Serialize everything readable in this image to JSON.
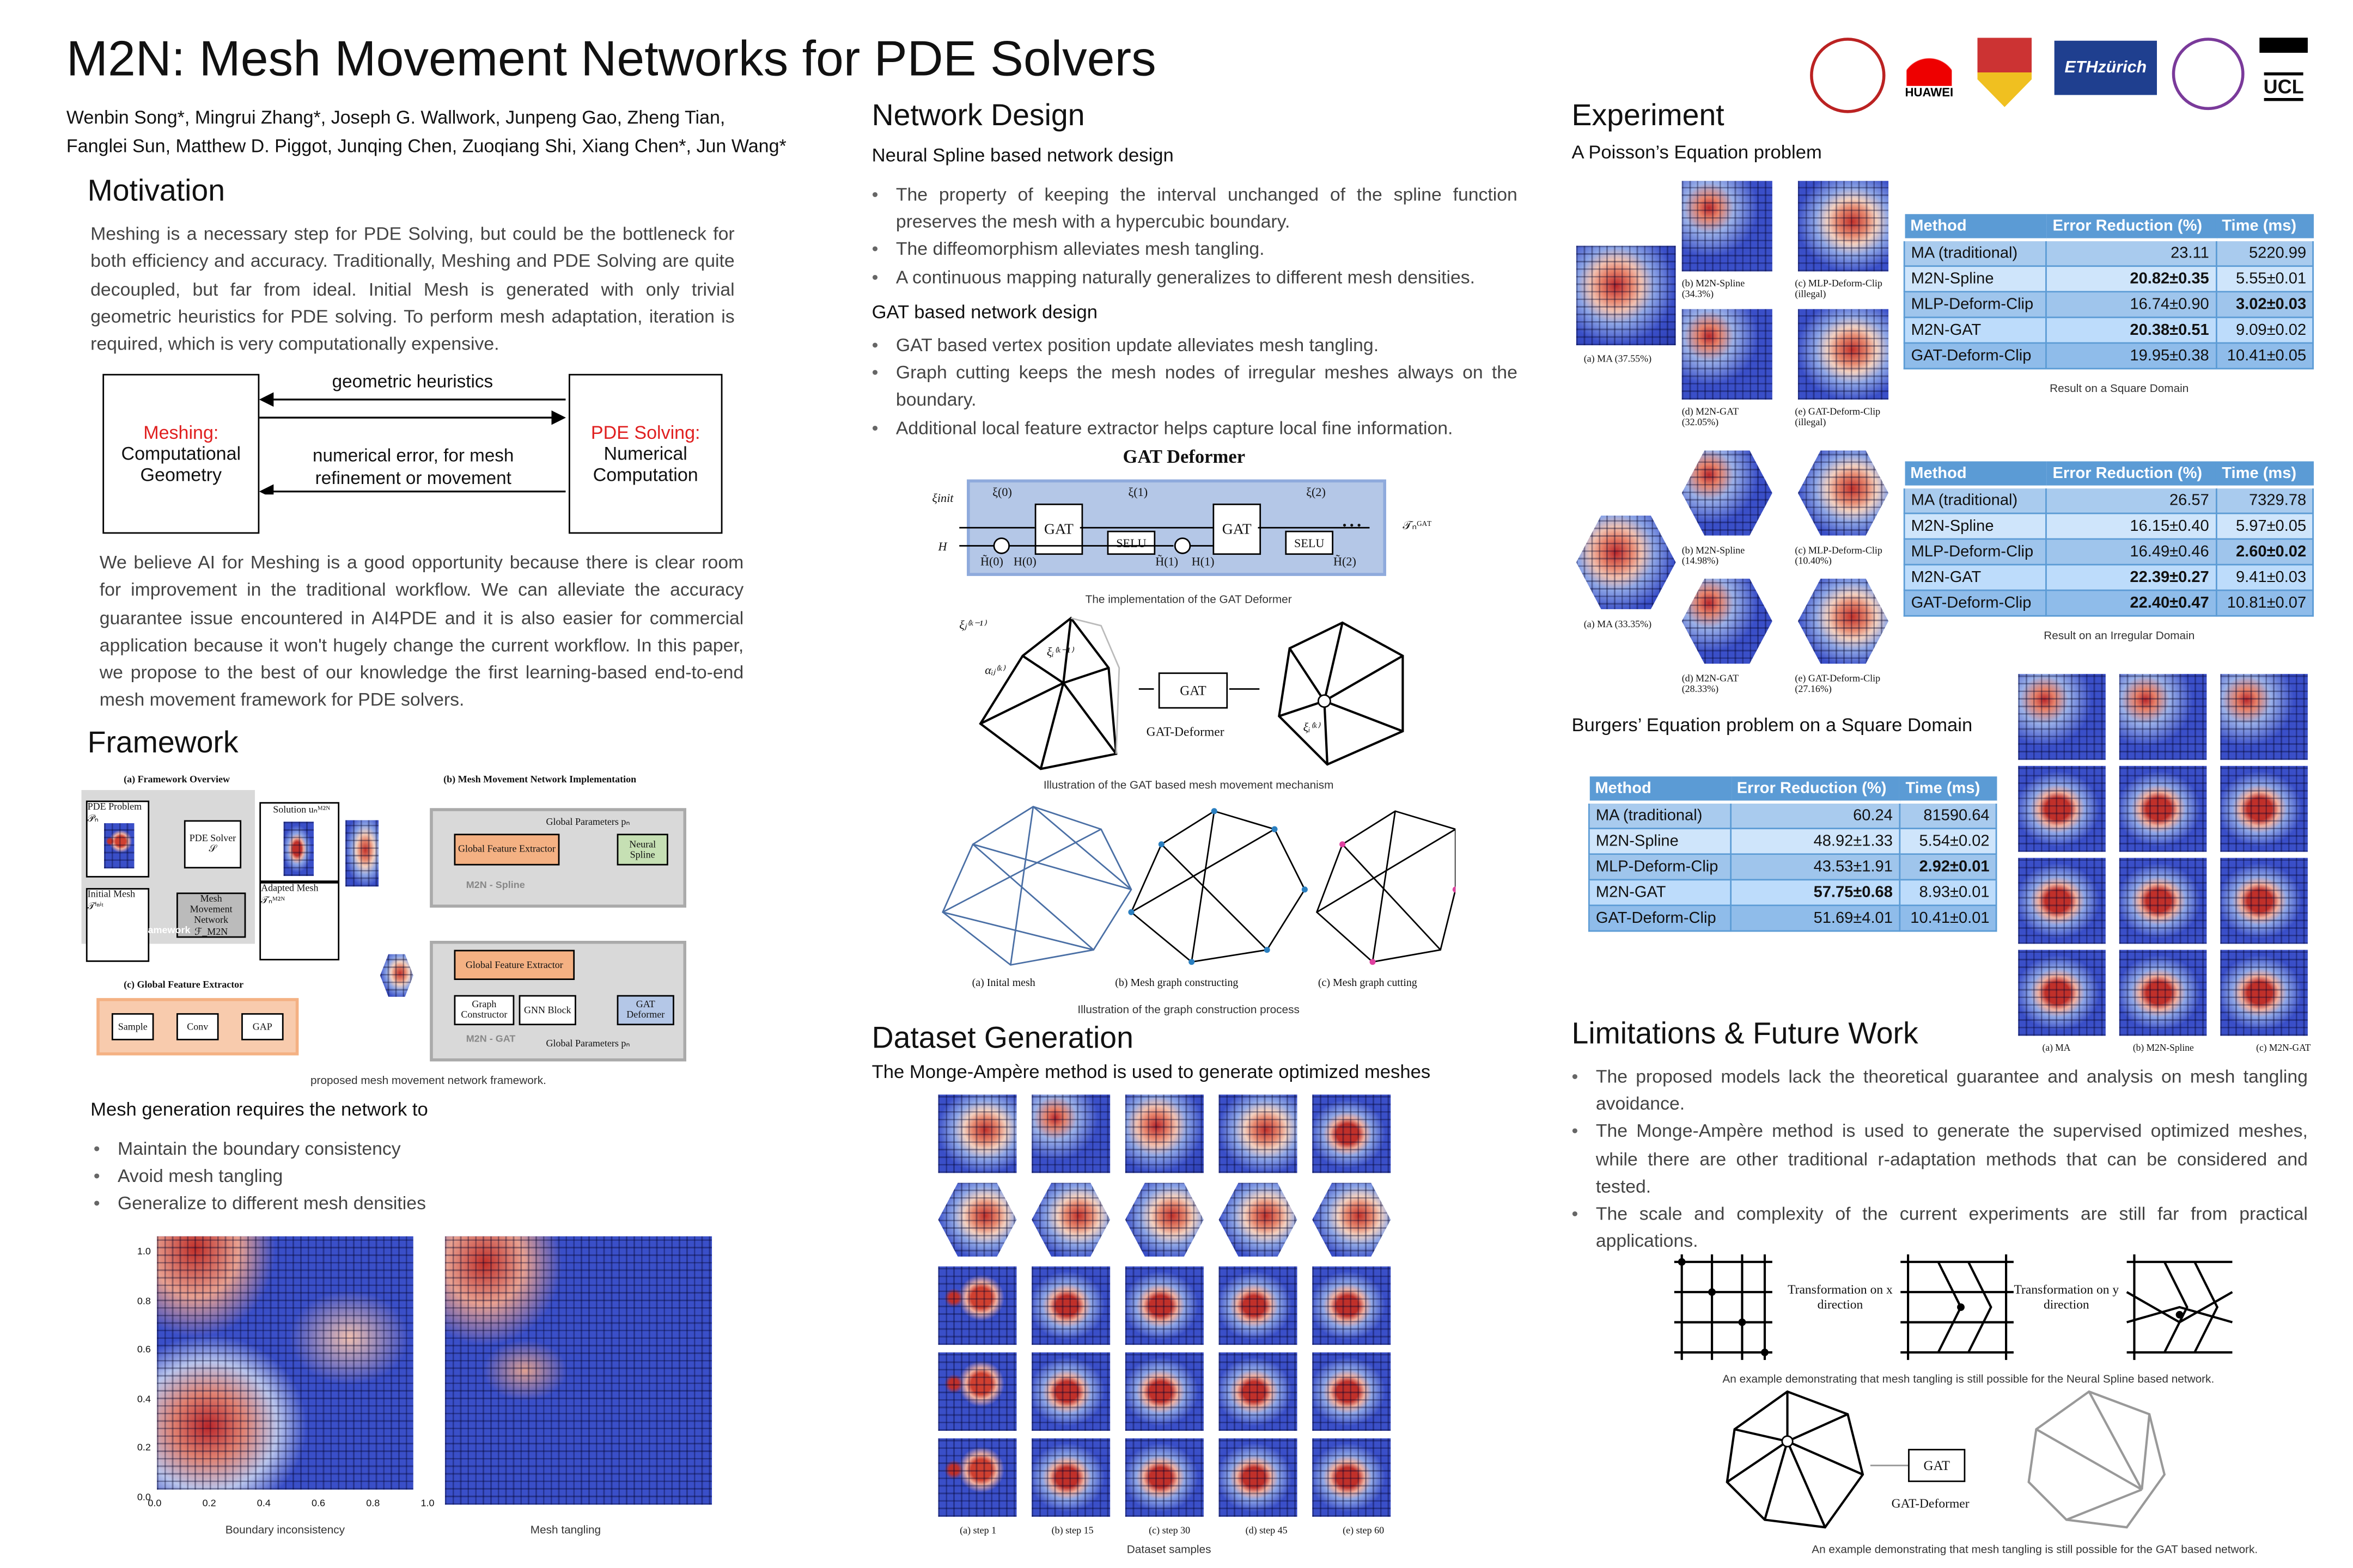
{
  "header": {
    "title": "M2N: Mesh Movement Networks for PDE Solvers",
    "authors_line1": "Wenbin Song*, Mingrui Zhang*,  Joseph G. Wallwork, Junpeng Gao, Zheng Tian,",
    "authors_line2": "Fanglei Sun, Matthew D. Piggot, Junqing Chen, Zuoqiang Shi, Xiang Chen*, Jun Wang*",
    "logos": [
      "HUAWEI",
      "ETHzürich",
      "UCL"
    ]
  },
  "motivation": {
    "title": "Motivation",
    "para1": "Meshing is a necessary step for PDE Solving, but could be the bottleneck for both efficiency and accuracy. Traditionally, Meshing and PDE Solving are quite decoupled, but far from ideal. Initial Mesh is generated with only trivial geometric heuristics for  PDE solving. To perform mesh adaptation, iteration is required, which is very computationally expensive.",
    "diagram": {
      "left_title": "Meshing:",
      "left_body": "Computational Geometry",
      "right_title": "PDE Solving:",
      "right_body": "Numerical Computation",
      "top_arrow": "geometric heuristics",
      "bottom_arrow": "numerical error, for mesh refinement or movement"
    },
    "para2": "We believe AI for Meshing is a good opportunity because there is clear room for improvement in the traditional workflow. We can alleviate the accuracy guarantee issue encountered in AI4PDE and it is also easier for commercial application because it won't hugely change the current workflow. In this paper, we propose to the best of our knowledge the first learning-based end-to-end mesh movement framework for PDE solvers."
  },
  "framework": {
    "title": "Framework",
    "fig": {
      "a_title": "(a) Framework Overview",
      "b_title": "(b) Mesh Movement Network Implementation",
      "c_title": "(c) Global Feature Extractor",
      "pde_problem": "PDE Problem 𝒫ₙ",
      "pde_solver": "PDE Solver 𝒮",
      "solution": "Solution uₙᴹ²ᴺ",
      "initial_mesh": "Initial Mesh 𝒯ⁱⁿⁱᵗ",
      "mmn": "Mesh Movement Network ℱ_M2N",
      "adapted_mesh": "Adapted Mesh 𝒯ₙᴹ²ᴺ",
      "m2n_framework": "M2N Framework",
      "global_params": "Global Parameters pₙ",
      "gfe": "Global Feature Extractor",
      "neural_spline": "Neural Spline",
      "m2n_spline": "M2N - Spline",
      "graph_constructor": "Graph Constructor",
      "gnn_block": "GNN Block",
      "gat_deformer": "GAT Deformer",
      "m2n_gat": "M2N - GAT",
      "sample": "Sample",
      "conv": "Conv",
      "gap": "GAP"
    },
    "caption": "proposed mesh movement network framework.",
    "requires": "Mesh generation requires the network to",
    "bullets": [
      "Maintain the boundary consistency",
      "Avoid mesh tangling",
      "Generalize to different mesh densities"
    ],
    "plot_ticks": [
      "0.0",
      "0.2",
      "0.4",
      "0.6",
      "0.8",
      "1.0"
    ],
    "plot_captions": [
      "Boundary inconsistency",
      "Mesh tangling"
    ]
  },
  "network": {
    "title": "Network Design",
    "spline_title": "Neural Spline based network design",
    "spline_bullets": [
      "The property of keeping the interval unchanged of the spline function preserves the mesh with a hypercubic boundary.",
      "The diffeomorphism alleviates mesh tangling.",
      "A continuous mapping naturally generalizes to different mesh densities."
    ],
    "gat_title": "GAT based network design",
    "gat_bullets": [
      "GAT based vertex position update alleviates mesh tangling.",
      "Graph cutting keeps the mesh nodes of irregular meshes always on the boundary.",
      "Additional local feature extractor helps capture local fine information."
    ],
    "deformer_title": "GAT Deformer",
    "deformer": {
      "xi_init": "ξinit",
      "h": "H",
      "xi0": "ξ(0)",
      "xi1": "ξ(1)",
      "xi2": "ξ(2)",
      "gat": "GAT",
      "selu": "SELU",
      "ht0": "H̃(0)",
      "h0": "H(0)",
      "ht1": "H̃(1)",
      "h1": "H(1)",
      "ht2": "H̃(2)",
      "out": "𝒯ₙᴳᴬᵀ",
      "dots": "• • •"
    },
    "deformer_caption": "The implementation of the GAT Deformer",
    "mech": {
      "xi_j": "ξⱼ⁽ᵏ⁻¹⁾",
      "a_ij": "αᵢⱼ⁽ᵏ⁾",
      "xi_i_km1": "ξᵢ⁽ᵏ⁻¹⁾",
      "gat": "GAT",
      "gat_deformer": "GAT-Deformer",
      "xi_i_k": "ξᵢ⁽ᵏ⁾"
    },
    "mech_caption": "Illustration of the GAT based mesh movement mechanism",
    "graph_subcaptions": [
      "(a) Inital mesh",
      "(b) Mesh graph constructing",
      "(c) Mesh graph cutting"
    ],
    "graph_caption": "Illustration of the graph construction process"
  },
  "dataset": {
    "title": "Dataset Generation",
    "subtitle": "The Monge-Ampère method is used to generate optimized meshes",
    "subcaptions": [
      "(a) step 1",
      "(b) step 15",
      "(c) step 30",
      "(d) step 45",
      "(e) step 60"
    ],
    "caption": "Dataset samples"
  },
  "experiment": {
    "title": "Experiment",
    "poisson_title": "A Poisson’s Equation problem",
    "square_captions": [
      "(a) MA (37.55%)",
      "(b) M2N-Spline (34.3%)",
      "(c) MLP-Deform-Clip (illegal)",
      "(d) M2N-GAT (32.05%)",
      "(e) GAT-Deform-Clip (illegal)"
    ],
    "irregular_captions": [
      "(a) MA (33.35%)",
      "(b) M2N-Spline (14.98%)",
      "(c) MLP-Deform-Clip (10.40%)",
      "(d) M2N-GAT (28.33%)",
      "(e) GAT-Deform-Clip (27.16%)"
    ],
    "columns": [
      "Method",
      "Error Reduction (%)",
      "Time (ms)"
    ],
    "square_table": [
      [
        "MA (traditional)",
        "23.11",
        "5220.99"
      ],
      [
        "M2N-Spline",
        "20.82±0.35",
        "5.55±0.01"
      ],
      [
        "MLP-Deform-Clip",
        "16.74±0.90",
        "3.02±0.03"
      ],
      [
        "M2N-GAT",
        "20.38±0.51",
        "9.09±0.02"
      ],
      [
        "GAT-Deform-Clip",
        "19.95±0.38",
        "10.41±0.05"
      ]
    ],
    "square_caption": "Result on a Square Domain",
    "irregular_table": [
      [
        "MA (traditional)",
        "26.57",
        "7329.78"
      ],
      [
        "M2N-Spline",
        "16.15±0.40",
        "5.97±0.05"
      ],
      [
        "MLP-Deform-Clip",
        "16.49±0.46",
        "2.60±0.02"
      ],
      [
        "M2N-GAT",
        "22.39±0.27",
        "9.41±0.03"
      ],
      [
        "GAT-Deform-Clip",
        "22.40±0.47",
        "10.81±0.07"
      ]
    ],
    "irregular_caption": "Result on an Irregular Domain",
    "burgers_title": "Burgers’ Equation problem on a Square Domain",
    "burgers_table": [
      [
        "MA (traditional)",
        "60.24",
        "81590.64"
      ],
      [
        "M2N-Spline",
        "48.92±1.33",
        "5.54±0.02"
      ],
      [
        "MLP-Deform-Clip",
        "43.53±1.91",
        "2.92±0.01"
      ],
      [
        "M2N-GAT",
        "57.75±0.68",
        "8.93±0.01"
      ],
      [
        "GAT-Deform-Clip",
        "51.69±4.01",
        "10.41±0.01"
      ]
    ],
    "burgers_captions": [
      "(a) MA",
      "(b) M2N-Spline",
      "(c) M2N-GAT"
    ]
  },
  "limitations": {
    "title": "Limitations & Future Work",
    "bullets": [
      "The proposed models lack the theoretical guarantee and analysis on mesh tangling avoidance.",
      "The Monge-Ampère method is used to generate the supervised optimized meshes, while there are other traditional r-adaptation methods that can be considered and tested.",
      "The scale and complexity of the current experiments are still far from practical applications."
    ],
    "fig1": {
      "tx": "Transformation on x direction",
      "ty": "Transformation on y direction",
      "caption": "An example demonstrating that mesh tangling is still possible for the Neural Spline based network."
    },
    "fig2": {
      "gat": "GAT",
      "label": "GAT-Deformer",
      "caption": "An example demonstrating that mesh tangling is still possible for the GAT based network."
    }
  },
  "colors": {
    "accent_red": "#e02020",
    "table_header": "#5b9bd5",
    "spline_green": "#c6e0b4",
    "gfe_orange": "#f4b183",
    "gat_blue": "#b4c7e7"
  }
}
